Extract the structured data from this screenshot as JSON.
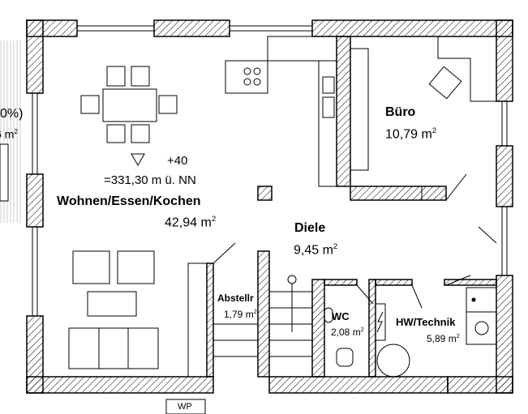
{
  "rooms": [
    {
      "name": "Wohnen/Essen/Kochen",
      "area": "42,94 m",
      "unit_sup": "2"
    },
    {
      "name": "Büro",
      "area": "10,79 m",
      "unit_sup": "2"
    },
    {
      "name": "Diele",
      "area": "9,45 m",
      "unit_sup": "2"
    },
    {
      "name": "Abstellr",
      "area": "1,79 m",
      "unit_sup": "2"
    },
    {
      "name": "WC",
      "area": "2,08 m",
      "unit_sup": "2"
    },
    {
      "name": "HW/Technik",
      "area": "5,89 m",
      "unit_sup": "2"
    }
  ],
  "elevation": {
    "relative": "+40",
    "absolute": "=331,30 m ü. NN"
  },
  "terrace": {
    "percent": "0%)",
    "area": "6 m",
    "unit_sup": "2"
  },
  "heat_pump": "WP",
  "colors": {
    "wall_hatch": "#000000",
    "terrace": "#d9d9d9"
  }
}
